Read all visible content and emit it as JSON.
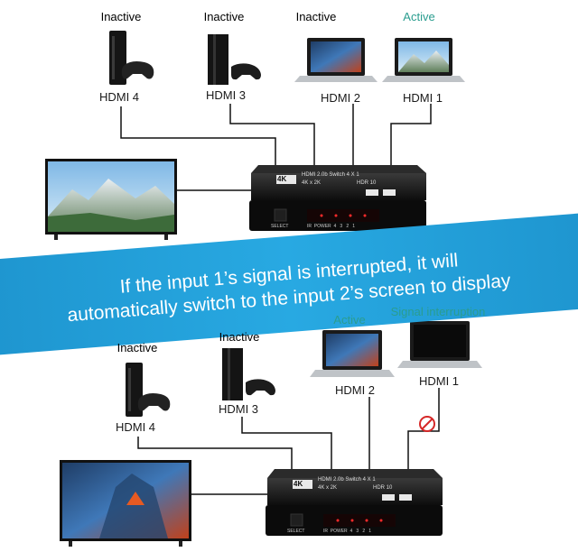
{
  "top": {
    "sources": [
      {
        "state": "Inactive",
        "port": "HDMI 4",
        "device": "xbox-console"
      },
      {
        "state": "Inactive",
        "port": "HDMI 3",
        "device": "playstation-console"
      },
      {
        "state": "Inactive",
        "port": "HDMI 2",
        "device": "laptop"
      },
      {
        "state": "Active",
        "port": "HDMI 1",
        "device": "laptop"
      }
    ]
  },
  "switch": {
    "title": "HDMI 2.0b Switch 4 X 1",
    "spec": "4K x 2K",
    "hdr": "HDR 10",
    "logo": "4K",
    "select_label": "SELECT",
    "front_labels": "IR  POWER  4   3   2   1"
  },
  "banner": {
    "line1": "If the input 1’s signal is interrupted, it will",
    "line2": "automatically switch to the input 2’s screen to display"
  },
  "bottom": {
    "sources": [
      {
        "state": "Inactive",
        "port": "HDMI 4",
        "device": "xbox-console"
      },
      {
        "state": "Inactive",
        "port": "HDMI 3",
        "device": "playstation-console"
      },
      {
        "state": "Active",
        "port": "HDMI 2",
        "device": "laptop"
      },
      {
        "state": "Signal interruption",
        "port": "HDMI 1",
        "device": "laptop"
      }
    ]
  },
  "colors": {
    "active": "#2a9d8f",
    "inactive": "#1a1a1a",
    "banner": "#1e95cf",
    "prohibit": "#d62828"
  }
}
